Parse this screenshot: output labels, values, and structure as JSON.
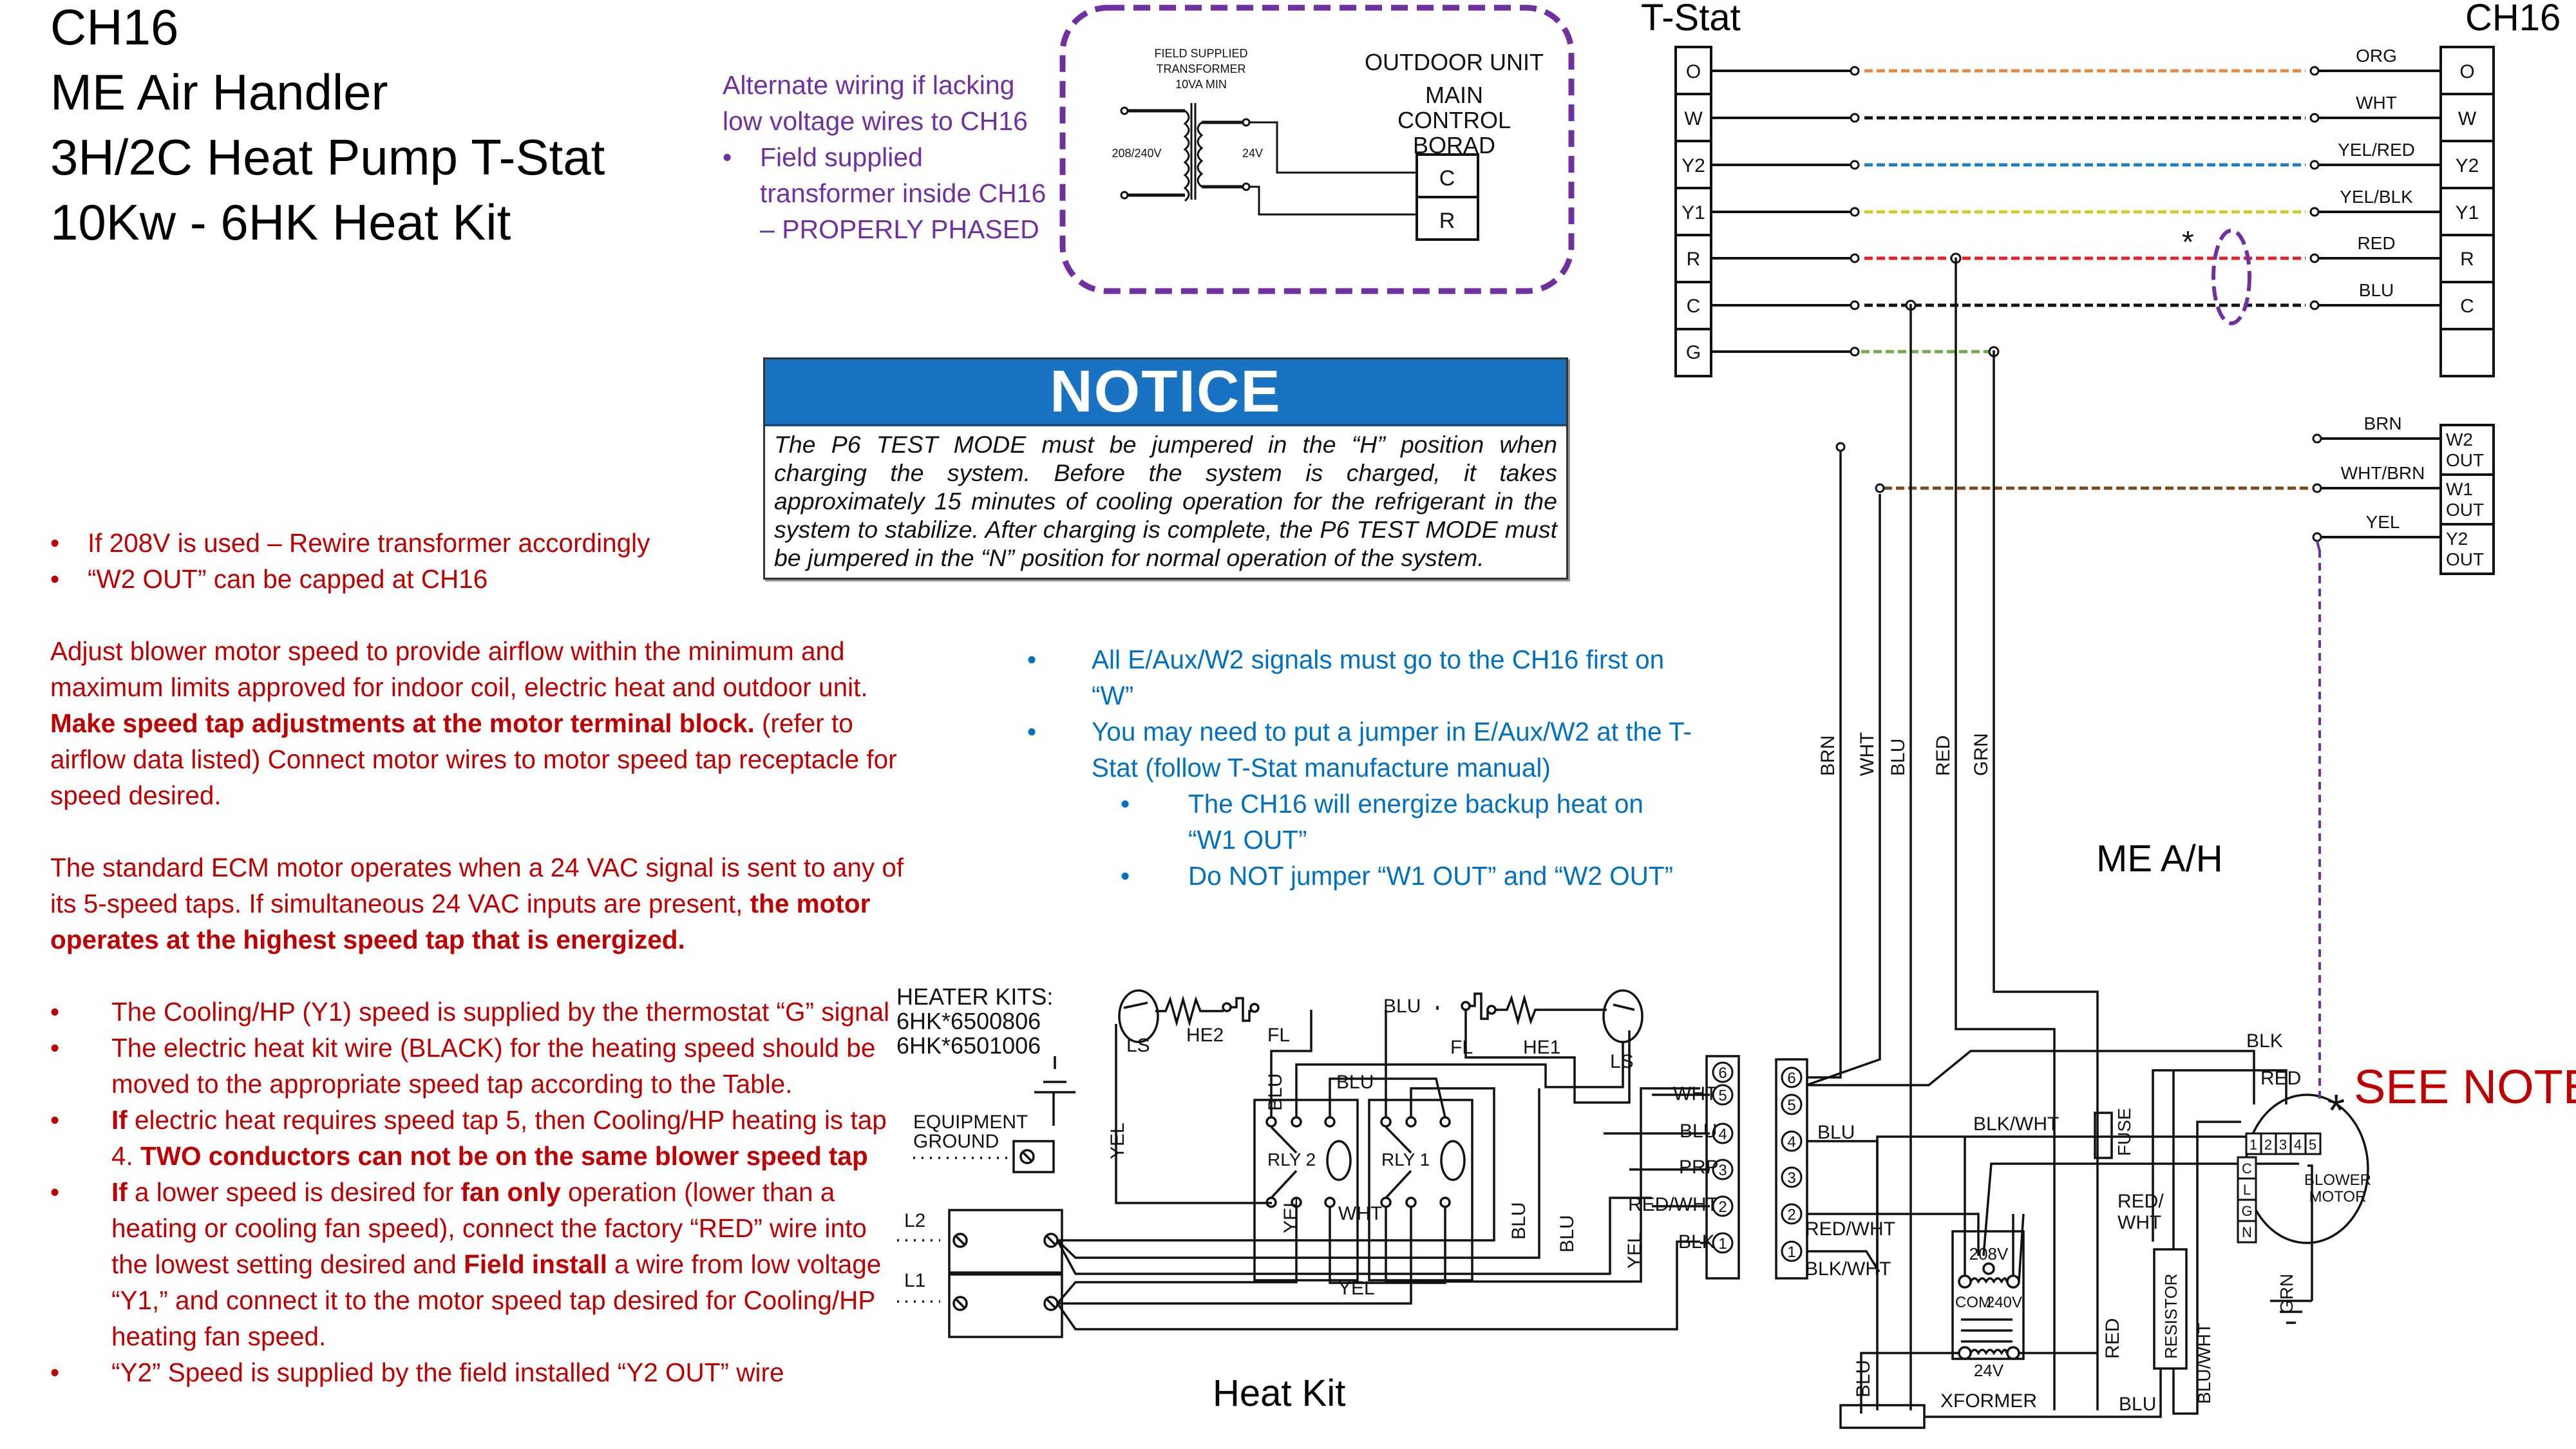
{
  "title": {
    "lines": [
      "CH16",
      "ME Air Handler",
      "3H/2C Heat Pump T-Stat",
      "10Kw - 6HK Heat Kit"
    ]
  },
  "alternate_wiring": {
    "lines": [
      "Alternate wiring if lacking",
      "low voltage wires to CH16"
    ],
    "bullet": "Field supplied transformer inside CH16 – PROPERLY PHASED",
    "bullet_char": "•"
  },
  "outdoor_unit": {
    "transformer_label": [
      "FIELD SUPPLIED",
      "TRANSFORMER",
      "10VA MIN"
    ],
    "primary_voltage": "208/240V",
    "secondary_voltage": "24V",
    "board_label": [
      "OUTDOOR UNIT",
      "MAIN",
      "CONTROL",
      "BORAD"
    ],
    "terminals": [
      "C",
      "R"
    ]
  },
  "notice": {
    "heading": "NOTICE",
    "text": "The P6 TEST MODE must be jumpered in the “H” position when charging the system. Before the system is charged, it takes approximately 15 minutes of cooling operation for the refrigerant in the system to stabilize. After charging is complete, the P6 TEST MODE must be jumpered in the “N” position for normal operation of the system."
  },
  "red_notes": {
    "top_bullets": [
      "If 208V is used – Rewire transformer accordingly",
      "“W2 OUT” can be capped at CH16"
    ],
    "para1_normal": "Adjust blower motor speed to provide airflow within the minimum and maximum limits approved for indoor coil, electric heat and outdoor unit. ",
    "para1_bold": "Make speed tap adjustments at the motor terminal block.",
    "para1_tail": " (refer to airflow data listed) Connect motor wires to motor speed tap receptacle for speed desired.",
    "para2_normal": "The standard ECM motor operates when a 24 VAC signal is sent to any of its 5-speed taps. If simultaneous 24 VAC inputs are present, ",
    "para2_bold": "the motor operates at the highest speed tap that is energized.",
    "bullets": [
      {
        "segments": [
          {
            "t": "The Cooling/HP (Y1) speed is supplied by the thermostat “G” signal",
            "b": false
          }
        ]
      },
      {
        "segments": [
          {
            "t": "The electric heat kit wire (BLACK) for the heating speed should be moved to the appropriate speed tap according to the Table.",
            "b": false
          }
        ]
      },
      {
        "segments": [
          {
            "t": "If",
            "b": true
          },
          {
            "t": " electric heat requires speed tap 5, then Cooling/HP heating is tap 4. ",
            "b": false
          },
          {
            "t": "TWO conductors can not be on the same blower speed tap",
            "b": true
          }
        ]
      },
      {
        "segments": [
          {
            "t": "If",
            "b": true
          },
          {
            "t": " a lower speed is desired for ",
            "b": false
          },
          {
            "t": "fan only",
            "b": true
          },
          {
            "t": " operation (lower than a heating or cooling fan speed), connect the factory “RED” wire into the lowest setting desired and ",
            "b": false
          },
          {
            "t": "Field install",
            "b": true
          },
          {
            "t": " a wire from low voltage “Y1,” and connect it to the motor speed tap desired for Cooling/HP heating fan speed.",
            "b": false
          }
        ]
      },
      {
        "segments": [
          {
            "t": "“Y2” Speed is supplied by the field installed “Y2 OUT” wire",
            "b": false
          }
        ]
      }
    ]
  },
  "blue_notes": {
    "bullets": [
      "All E/Aux/W2 signals must go to the CH16 first on “W”",
      "You may need to put a jumper in E/Aux/W2 at the T-Stat (follow T-Stat manufacture manual)"
    ],
    "sub_bullets": [
      "The CH16 will energize backup heat on “W1 OUT”",
      "Do NOT jumper “W1 OUT” and “W2 OUT”"
    ]
  },
  "tstat": {
    "label": "T-Stat",
    "terminals": [
      "O",
      "W",
      "Y2",
      "Y1",
      "R",
      "C",
      "G"
    ]
  },
  "ch16": {
    "label": "CH16",
    "terminals": [
      "O",
      "W",
      "Y2",
      "Y1",
      "R",
      "C"
    ],
    "wire_labels": [
      "ORG",
      "WHT",
      "YEL/RED",
      "YEL/BLK",
      "RED",
      "BLU"
    ],
    "outputs": [
      {
        "terminal": "W2\nOUT",
        "line1": "W2",
        "line2": "OUT",
        "wire": "BRN"
      },
      {
        "terminal": "W1\nOUT",
        "line1": "W1",
        "line2": "OUT",
        "wire": "WHT/BRN"
      },
      {
        "terminal": "Y2\nOUT",
        "line1": "Y2",
        "line2": "OUT",
        "wire": "YEL"
      }
    ]
  },
  "wire_colors": {
    "O": "#E08A45",
    "W": "#111111",
    "Y2": "#1F7BC4",
    "Y1": "#CDCD2A",
    "R": "#EE1C1C",
    "C": "#111111",
    "G": "#72A94A",
    "W1_OUT": "#7A4A1E",
    "Y2_OUT": "#7030A0",
    "annotation": "#7030A0"
  },
  "ah_vertical_wires": [
    "BRN",
    "WHT",
    "BLU",
    "RED",
    "GRN"
  ],
  "asterisk": "*",
  "me_ah_label": "ME A/H",
  "heat_kit_label": "Heat Kit",
  "see_notes": "SEE NOTES",
  "heater_kits": {
    "heading": "HEATER KITS:",
    "models": [
      "6HK*6500806",
      "6HK*6501006"
    ],
    "components": {
      "ls": "LS",
      "he2": "HE2",
      "he1": "HE1",
      "fl": "FL",
      "rly2": "RLY 2",
      "rly1": "RLY 1"
    },
    "ground_label": [
      "EQUIPMENT",
      "GROUND"
    ],
    "lines": [
      "L2",
      "L1"
    ],
    "wire_labels": {
      "yel": "YEL",
      "blu": "BLU",
      "wht": "WHT",
      "prp": "PRP",
      "red_wht": "RED/WHT",
      "blk": "BLK"
    },
    "terminal_numbers": [
      "6",
      "5",
      "4",
      "3",
      "2",
      "1"
    ]
  },
  "air_handler": {
    "terminal_numbers": [
      "6",
      "5",
      "4",
      "3",
      "2",
      "1"
    ],
    "wire_labels": {
      "blu": "BLU",
      "red_wht": "RED/WHT",
      "blk_wht": "BLK/WHT",
      "blk": "BLK",
      "red": "RED",
      "red_wht2": "RED/\nWHT",
      "red_wht2_l1": "RED/",
      "red_wht2_l2": "WHT",
      "grn": "GRN",
      "blu_wht": "BLU/WHT",
      "fuse": "FUSE",
      "resistor": "RESISTOR"
    },
    "xformer": {
      "label": "XFORMER",
      "tap_208": "208V",
      "com": "COM",
      "tap_240": "240V",
      "secondary": "24V"
    },
    "blower_motor": {
      "label": [
        "BLOWER",
        "MOTOR"
      ],
      "speed_taps": [
        "1",
        "2",
        "3",
        "4",
        "5"
      ],
      "power_terminals": [
        "C",
        "L",
        "G",
        "N"
      ]
    }
  }
}
